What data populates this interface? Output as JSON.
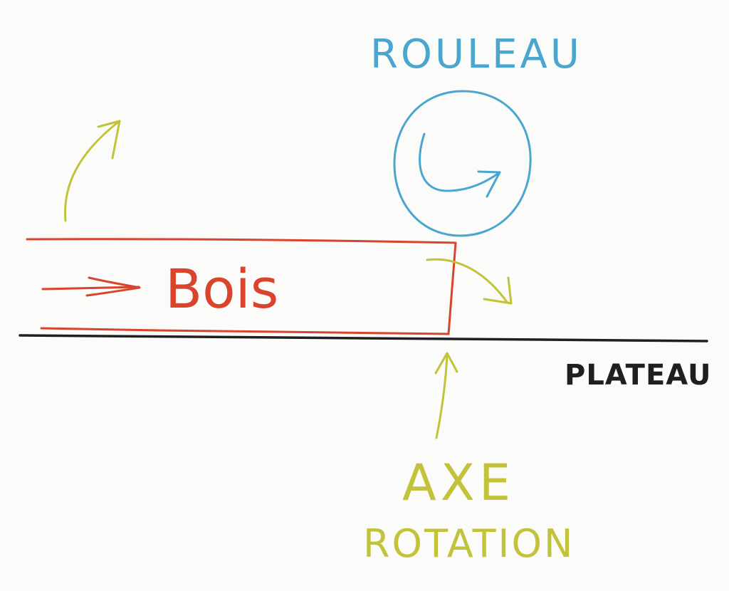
{
  "labels": {
    "roller": "ROULEAU",
    "wood": "Bois",
    "plate": "PLATEAU",
    "axis_line1": "AXE",
    "axis_line2": "ROTATION"
  },
  "colors": {
    "background": "#fbfbf9",
    "wood": "#d8442c",
    "roller": "#4aa6cf",
    "arrows": "#c2c33a",
    "plate": "#1f1f1f"
  }
}
